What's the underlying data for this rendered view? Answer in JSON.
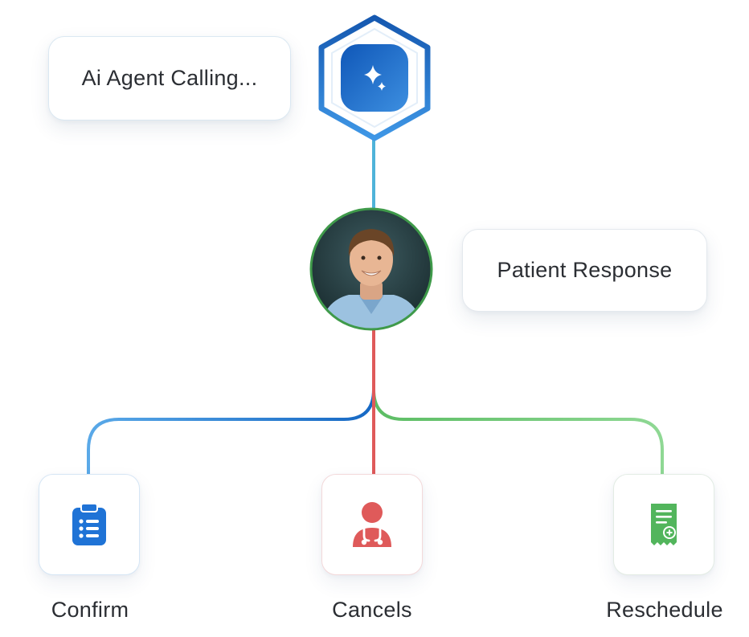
{
  "agent_status": {
    "text": "Ai Agent Calling..."
  },
  "patient": {
    "response_label": "Patient Response"
  },
  "outcomes": [
    {
      "label": "Confirm",
      "icon": "clipboard-list-icon",
      "color": "#1f73d6"
    },
    {
      "label": "Cancels",
      "icon": "doctor-stethoscope-icon",
      "color": "#df5a5a"
    },
    {
      "label": "Reschedule",
      "icon": "medical-receipt-icon",
      "color": "#52b55c"
    }
  ],
  "colors": {
    "agent_blue": "#1f6fcf",
    "connector_teal": "#4fb3d9",
    "avatar_ring": "#3f9a4a",
    "cancel_red": "#df5a5a",
    "reschedule_green": "#7fcf84",
    "confirm_blue": "#1f73d6"
  }
}
